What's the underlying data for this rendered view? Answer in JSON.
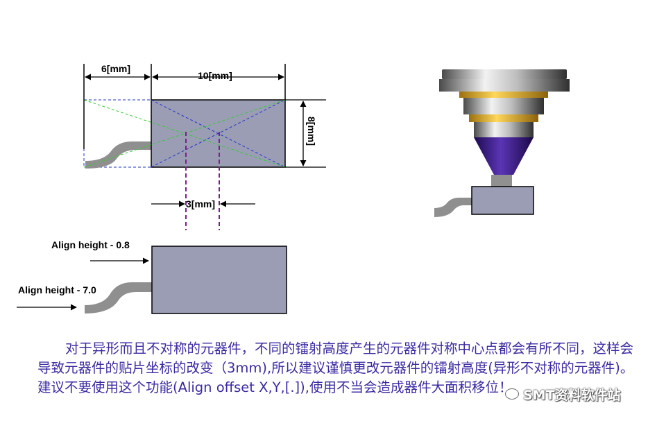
{
  "top_diagram": {
    "dim_width_left": "6[mm]",
    "dim_width_main": "10[mm]",
    "dim_height": "8[mm]",
    "dim_offset": "3[mm]"
  },
  "bottom_diagram": {
    "align_high": "Align height - 0.8",
    "align_low": "Align height - 7.0"
  },
  "description": "对于异形而且不对称的元器件，不同的镭射高度产生的元器件对称中心点都会有所不同，这样会导致元器件的贴片坐标的改变（3mm),所以建议谨慎更改元器件的镭射高度(异形不对称的元器件)。建议不要使用这个功能(Align offset X,Y,[.]),使用不当会造成器件大面积移位！",
  "watermark": "SMT资料软件站",
  "colors": {
    "component_fill": "#9b9db4",
    "lead_fill": "#8f8f8f",
    "nozzle_tip": "#3a1d7e",
    "nozzle_gold": "#e8b424",
    "text_blue": "#3b2ba3"
  }
}
